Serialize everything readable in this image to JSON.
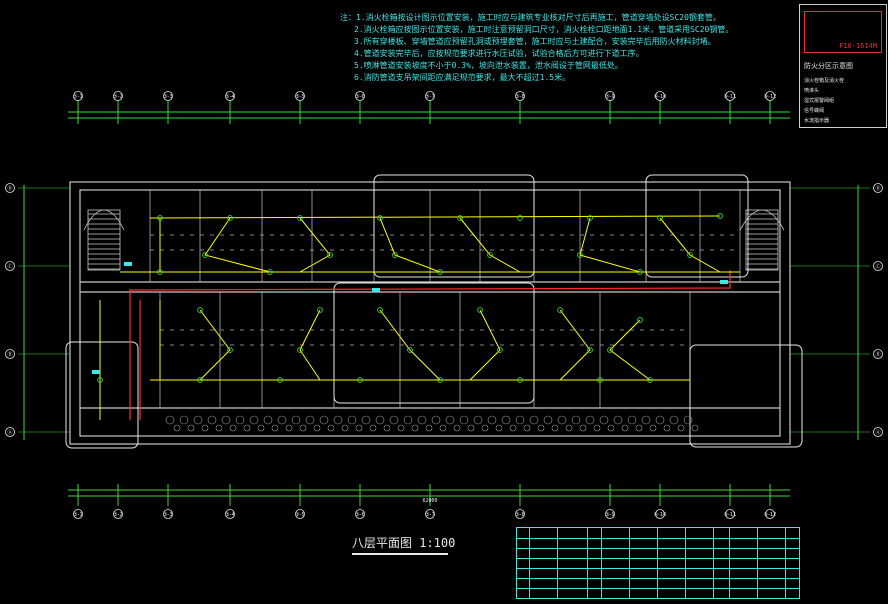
{
  "drawing": {
    "title": "八层平面图 1:100",
    "subtitle": "",
    "notes": [
      "注：1.消火栓箱按设计图示位置安装，施工时应与建筑专业核对尺寸后再施工，管道穿墙处设SC20钢套管。",
      "2.消火栓箱应按图示位置安装，施工时注意预留洞口尺寸，消火栓栓口距地面1.1米，管道采用SC20钢管。",
      "3.所有穿楼板、穿墙管道应预留孔洞或预埋套管，施工时应与土建配合，安装完毕后用防火材料封堵。",
      "4.管道安装完毕后，应按规范要求进行水压试验，试验合格后方可进行下道工序。",
      "5.喷淋管道安装坡度不小于0.3%，坡向泄水装置，泄水阀设于管网最低处。",
      "6.消防管道支吊架间距应满足规范要求，最大不超过1.5米。"
    ],
    "axes_top": [
      "⑤-1",
      "⑤-2",
      "⑤-3",
      "⑤-4",
      "⑤-5",
      "⑤-6",
      "⑤-7",
      "⑤-8",
      "⑤-9",
      "⑤-10",
      "⑤-11",
      "⑤-12"
    ],
    "axes_left": [
      "Ⓓ",
      "Ⓒ",
      "Ⓑ",
      "Ⓐ"
    ],
    "total_dimension": "62000",
    "colors": {
      "wall": "#c8c8c8",
      "pipe": "#ffff00",
      "fire": "#ff2a2a",
      "cyan": "#3ee6e6",
      "green": "#33dd33",
      "white": "#e8e8e8"
    }
  },
  "legend": {
    "stamp_text": "F10-1614M",
    "title": "防火分区示意图",
    "items": [
      "消火栓箱及消火栓",
      "喷淋头",
      "湿式报警阀组",
      "信号蝶阀",
      "水流指示器"
    ]
  }
}
